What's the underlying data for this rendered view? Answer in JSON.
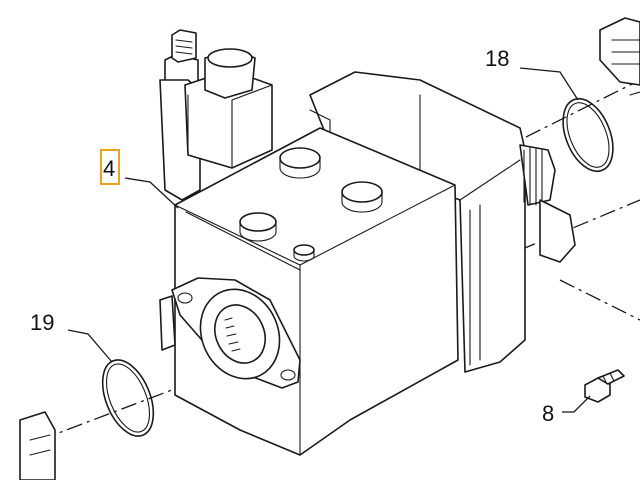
{
  "diagram": {
    "callouts": [
      {
        "id": "c18",
        "text": "18",
        "part": "o-ring-upper"
      },
      {
        "id": "c4",
        "text": "4",
        "part": "hydraulic-pump",
        "highlighted": true
      },
      {
        "id": "c19",
        "text": "19",
        "part": "o-ring-lower"
      },
      {
        "id": "c8",
        "text": "8",
        "part": "bolt"
      }
    ],
    "colors": {
      "line": "#1a1a1a",
      "background": "#ffffff",
      "highlight_box": "#f0a020"
    }
  }
}
